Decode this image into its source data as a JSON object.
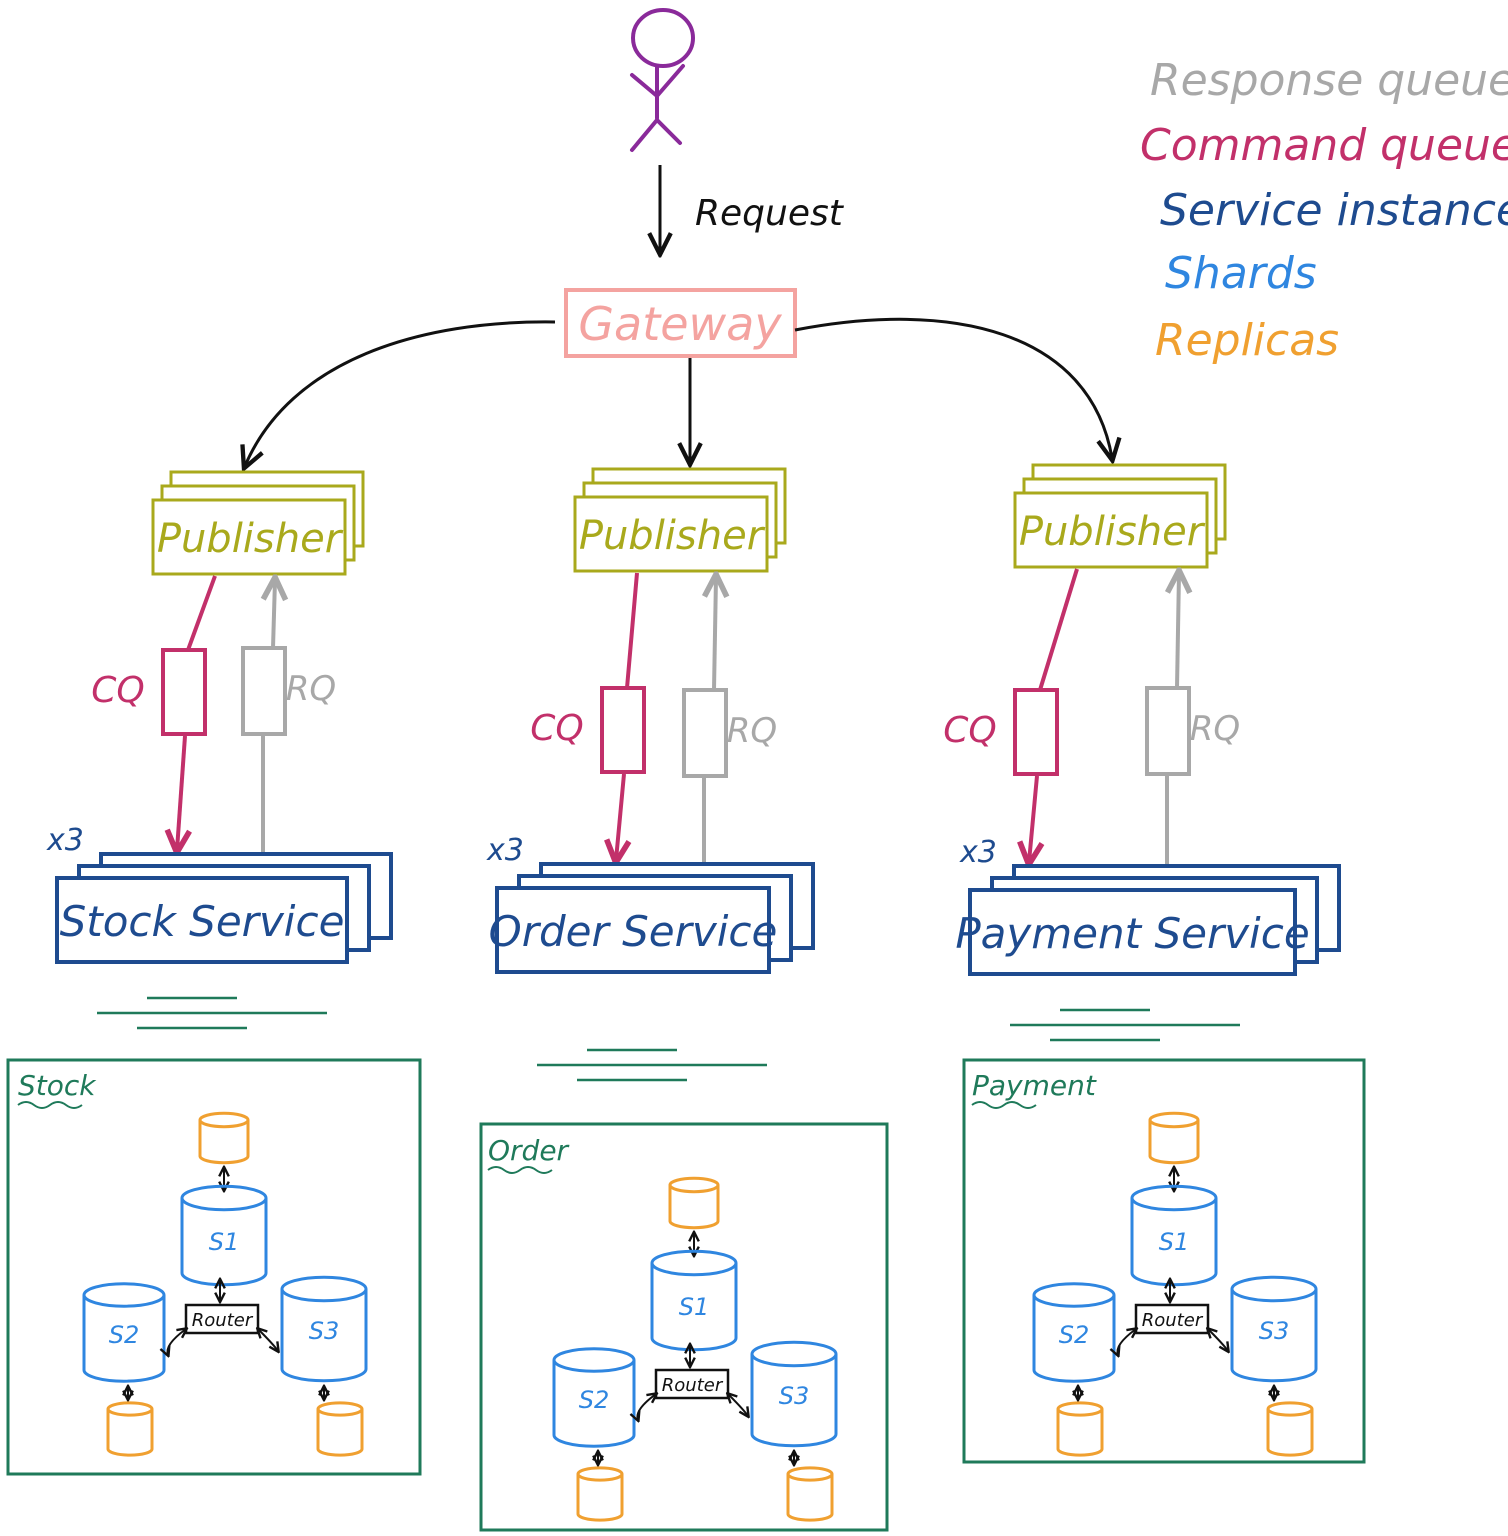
{
  "legend": {
    "items": [
      {
        "label": "Response queue",
        "color": "#a8a8a8"
      },
      {
        "label": "Command queue",
        "color": "#c2306a"
      },
      {
        "label": "Service instances",
        "color": "#1e4b8f"
      },
      {
        "label": "Shards",
        "color": "#2f86e0"
      },
      {
        "label": "Replicas",
        "color": "#f0a030"
      }
    ]
  },
  "actor": {
    "icon": "stick-figure-user-icon",
    "color": "#8a2a9a"
  },
  "request_label": "Request",
  "gateway": {
    "label": "Gateway",
    "color": "#f4a3a0"
  },
  "publisher_color": "#a9a91c",
  "columns": [
    {
      "publisher_label": "Publisher",
      "cq_label": "CQ",
      "rq_label": "RQ",
      "multiplier": "x3",
      "service_label": "Stock Service",
      "db_label": "Stock",
      "router_label": "Router",
      "shards": [
        "S1",
        "S2",
        "S3"
      ]
    },
    {
      "publisher_label": "Publisher",
      "cq_label": "CQ",
      "rq_label": "RQ",
      "multiplier": "x3",
      "service_label": "Order Service",
      "db_label": "Order",
      "router_label": "Router",
      "shards": [
        "S1",
        "S2",
        "S3"
      ]
    },
    {
      "publisher_label": "Publisher",
      "cq_label": "CQ",
      "rq_label": "RQ",
      "multiplier": "x3",
      "service_label": "Payment Service",
      "db_label": "Payment",
      "router_label": "Router",
      "shards": [
        "S1",
        "S2",
        "S3"
      ]
    }
  ],
  "colors": {
    "db_border": "#1f7a5a",
    "router": "#111111",
    "arrow": "#111111"
  }
}
